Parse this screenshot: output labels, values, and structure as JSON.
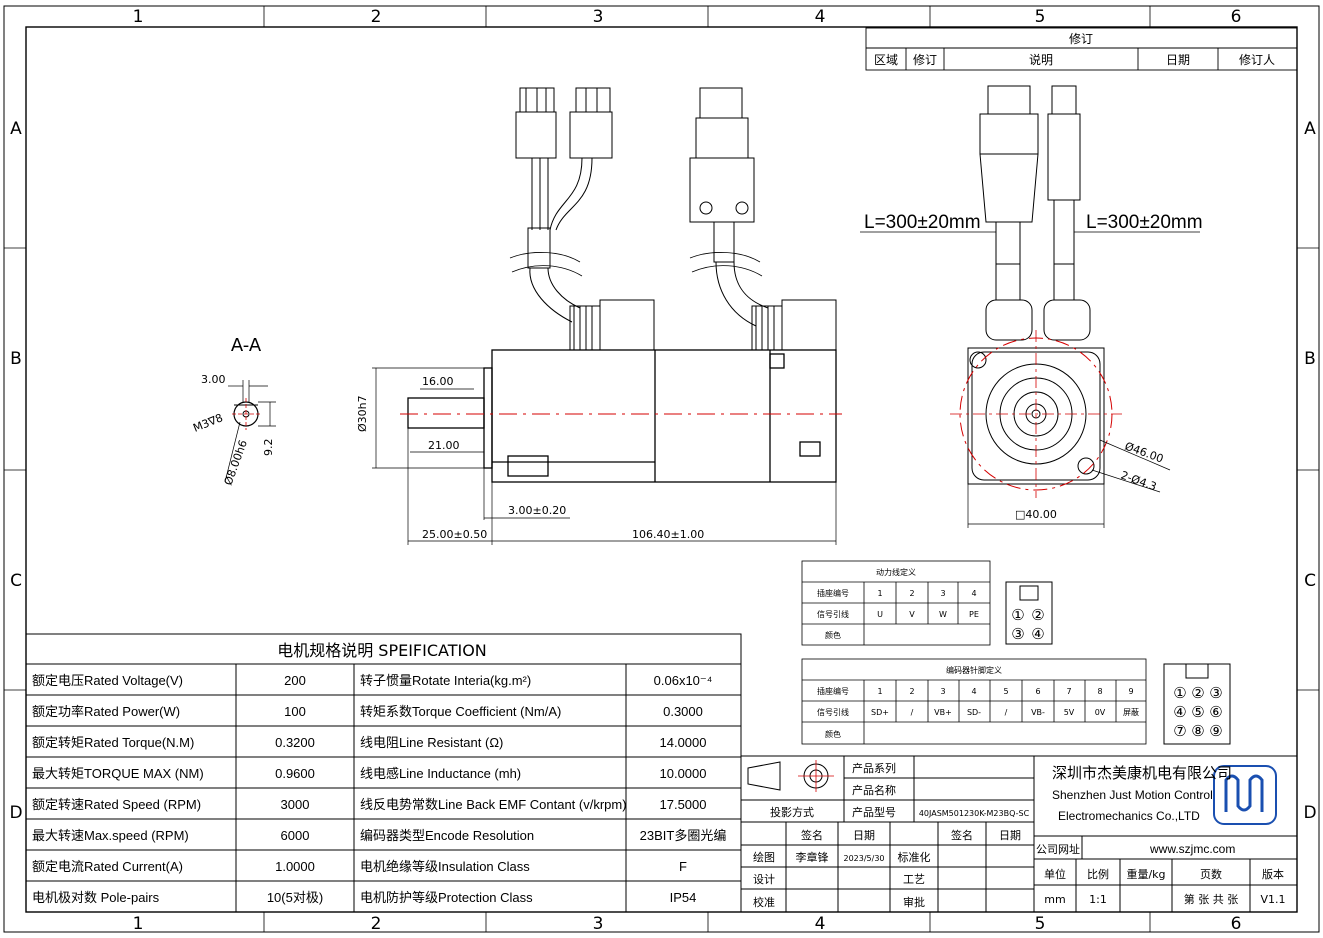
{
  "border": {
    "columns": [
      "1",
      "2",
      "3",
      "4",
      "5",
      "6"
    ],
    "rows": [
      "A",
      "B",
      "C",
      "D"
    ]
  },
  "revision": {
    "title": "修订",
    "headers": [
      "区域",
      "修订",
      "说明",
      "日期",
      "修订人"
    ]
  },
  "drawing": {
    "section_label": "A-A",
    "dims": {
      "d3": "3.00",
      "m3": "M3∇8",
      "d8": "Ø8.00h6",
      "d92": "9.2",
      "d1600": "16.00",
      "d2100": "21.00",
      "d30": "Ø30h7",
      "d300": "3.00±0.20",
      "d2500": "25.00±0.50",
      "d10640": "106.40±1.00",
      "d46": "Ø46.00",
      "d43": "2-Ø4.3",
      "d40": "□40.00",
      "cable_left": "L=300±20mm",
      "cable_right": "L=300±20mm"
    }
  },
  "power_table": {
    "title": "动力线定义",
    "row_labels": [
      "插座编号",
      "信号引线",
      "颜色"
    ],
    "pins": [
      "1",
      "2",
      "3",
      "4"
    ],
    "signals": [
      "U",
      "V",
      "W",
      "PE"
    ],
    "connector_pins": [
      "①",
      "②",
      "③",
      "④"
    ]
  },
  "encoder_table": {
    "title": "编码器针脚定义",
    "row_labels": [
      "插座编号",
      "信号引线",
      "颜色"
    ],
    "pins": [
      "1",
      "2",
      "3",
      "4",
      "5",
      "6",
      "7",
      "8",
      "9"
    ],
    "signals": [
      "SD+",
      "/",
      "VB+",
      "SD-",
      "/",
      "VB-",
      "5V",
      "0V",
      "屏蔽"
    ],
    "connector_pins": [
      "①",
      "②",
      "③",
      "④",
      "⑤",
      "⑥",
      "⑦",
      "⑧",
      "⑨"
    ]
  },
  "spec": {
    "title": "电机规格说明 SPEIFICATION",
    "rows": [
      [
        "额定电压Rated Voltage(V)",
        "200",
        "转子惯量Rotate Interia(kg.m²)",
        "0.06x10⁻⁴"
      ],
      [
        "额定功率Rated Power(W)",
        "100",
        "转矩系数Torque Coefficient (Nm/A)",
        "0.3000"
      ],
      [
        "额定转矩Rated Torque(N.M)",
        "0.3200",
        "线电阻Line Resistant (Ω)",
        "14.0000"
      ],
      [
        "最大转矩TORQUE MAX (NM)",
        "0.9600",
        "线电感Line Inductance (mh)",
        "10.0000"
      ],
      [
        "额定转速Rated Speed (RPM)",
        "3000",
        "线反电势常数Line Back EMF Contant (v/krpm)",
        "17.5000"
      ],
      [
        "最大转速Max.speed (RPM)",
        "6000",
        "编码器类型Encode Resolution",
        "23BIT多圈光编"
      ],
      [
        "额定电流Rated Current(A)",
        "1.0000",
        "电机绝缘等级Insulation Class",
        "F"
      ],
      [
        "电机极对数 Pole-pairs",
        "10(5对极)",
        "电机防护等级Protection Class",
        "IP54"
      ]
    ]
  },
  "title_block": {
    "projection": "投影方式",
    "product_series": "产品系列",
    "product_name": "产品名称",
    "product_model_label": "产品型号",
    "product_model": "40JASM501230K-M23BQ-SC",
    "sign": "签名",
    "date": "日期",
    "draw": "绘图",
    "drawer": "李章锋",
    "draw_date": "2023/5/30",
    "design": "设计",
    "check": "校准",
    "standard": "标准化",
    "process": "工艺",
    "approve": "审批",
    "sign2": "签名",
    "date2": "日期",
    "company_cn": "深圳市杰美康机电有限公司",
    "company_en1": "Shenzhen Just Motion Control",
    "company_en2": "Electromechanics Co.,LTD",
    "address_label": "公司网址",
    "website": "www.szjmc.com",
    "unit": "单位",
    "scale": "比例",
    "weight": "重量/kg",
    "pages": "页数",
    "version": "版本",
    "unit_val": "mm",
    "scale_val": "1:1",
    "pages_val": "第 张 共 张",
    "version_val": "V1.1"
  }
}
